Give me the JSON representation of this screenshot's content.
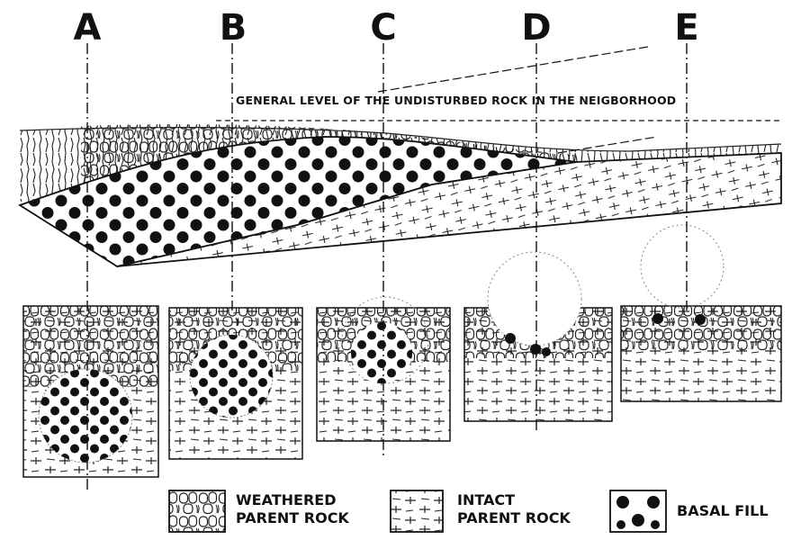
{
  "columns": [
    {
      "letter": "A"
    },
    {
      "letter": "B"
    },
    {
      "letter": "C"
    },
    {
      "letter": "D"
    },
    {
      "letter": "E"
    }
  ],
  "level_label": "GENERAL LEVEL OF THE UNDISTURBED ROCK IN THE NEIGBORHOOD",
  "legend": {
    "weathered": {
      "line1": "WEATHERED",
      "line2": "PARENT ROCK"
    },
    "intact": {
      "line1": "INTACT",
      "line2": "PARENT ROCK"
    },
    "basal": {
      "label": "BASAL FILL"
    }
  },
  "colors": {
    "ink": "#111111",
    "paper": "#ffffff"
  }
}
